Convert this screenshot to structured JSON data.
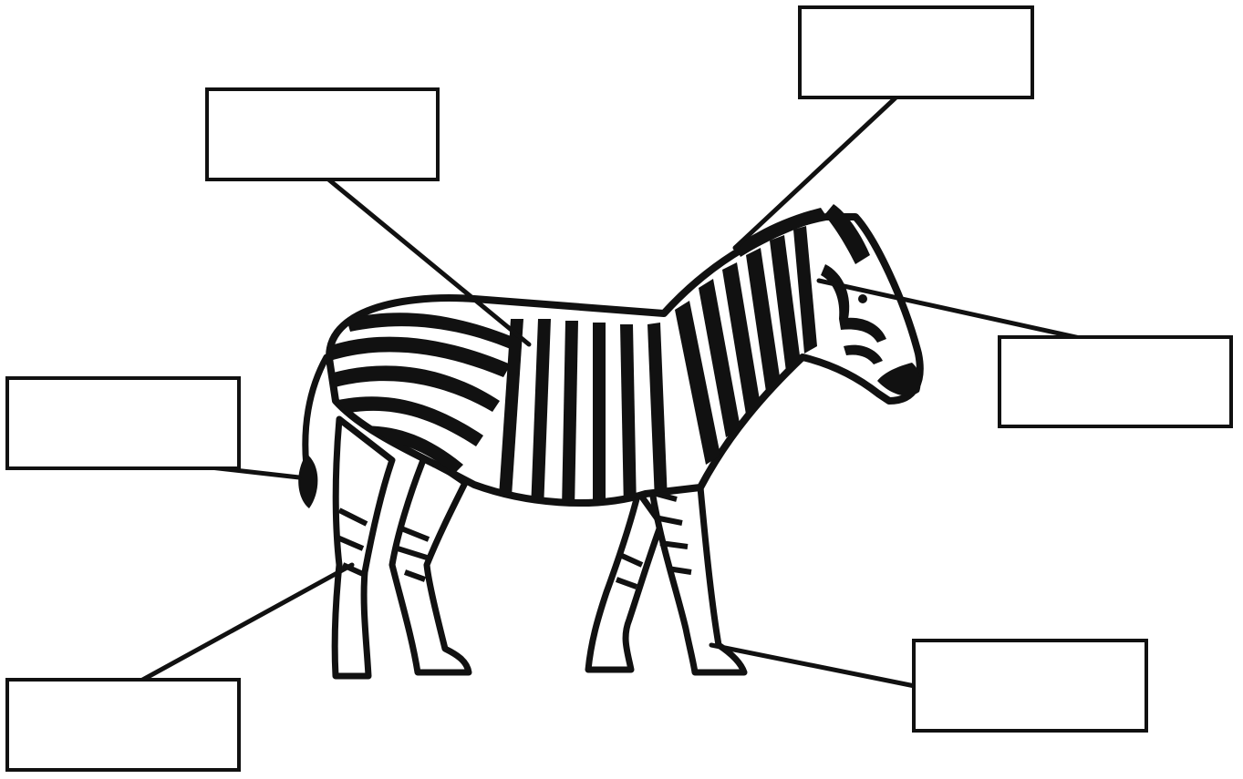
{
  "diagram": {
    "subject": "zebra",
    "label_boxes": [
      {
        "id": "back",
        "text": ""
      },
      {
        "id": "mane",
        "text": ""
      },
      {
        "id": "head",
        "text": ""
      },
      {
        "id": "tail",
        "text": ""
      },
      {
        "id": "leg",
        "text": ""
      },
      {
        "id": "hoof",
        "text": ""
      }
    ],
    "colors": {
      "ink": "#111111",
      "background": "#ffffff"
    }
  }
}
